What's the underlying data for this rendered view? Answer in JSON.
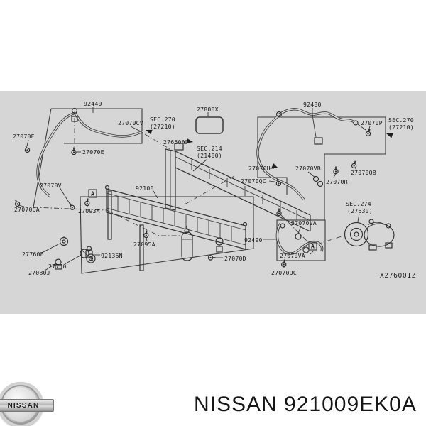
{
  "diagram": {
    "drawing_number": "X276001Z",
    "marker_a": "A",
    "canvas_gray": "#d6d6d6",
    "labels": {
      "l_92440": "92440",
      "l_27070e_left": "27070E",
      "l_27070e_mid": "27070E",
      "l_27070cv": "27070CV",
      "l_sec270_left_1": "SEC.270",
      "l_sec270_left_2": "(27210)",
      "l_27800x": "27800X",
      "l_92480": "92480",
      "l_27070p": "27070P",
      "l_sec270_right_1": "SEC.270",
      "l_sec270_right_2": "(27210)",
      "l_27650a": "27650A",
      "l_sec214_1": "SEC.214",
      "l_sec214_2": "(21400)",
      "l_27070u": "27070U",
      "l_27070vb": "27070VB",
      "l_27070qb": "27070QB",
      "l_27070qc_mid": "27070QC",
      "l_27070r": "27070R",
      "l_92100": "92100",
      "l_27093a": "27093A",
      "l_27070qa_left": "27070QA",
      "l_27070v": "27070V",
      "l_27070va_top": "27070VA",
      "l_92490": "92490",
      "l_27070va_bottom": "27070VA",
      "l_27070qc_bottom": "27070QC",
      "l_sec274_1": "SEC.274",
      "l_sec274_2": "(27630)",
      "l_92136n": "92136N",
      "l_27095a": "27095A",
      "l_27070d": "27070D",
      "l_27760e": "27760E",
      "l_27760": "27760",
      "l_27080j": "27080J"
    }
  },
  "footer": {
    "badge_label": "NISSAN",
    "brand": "NISSAN",
    "part_number": "921009EK0A"
  }
}
